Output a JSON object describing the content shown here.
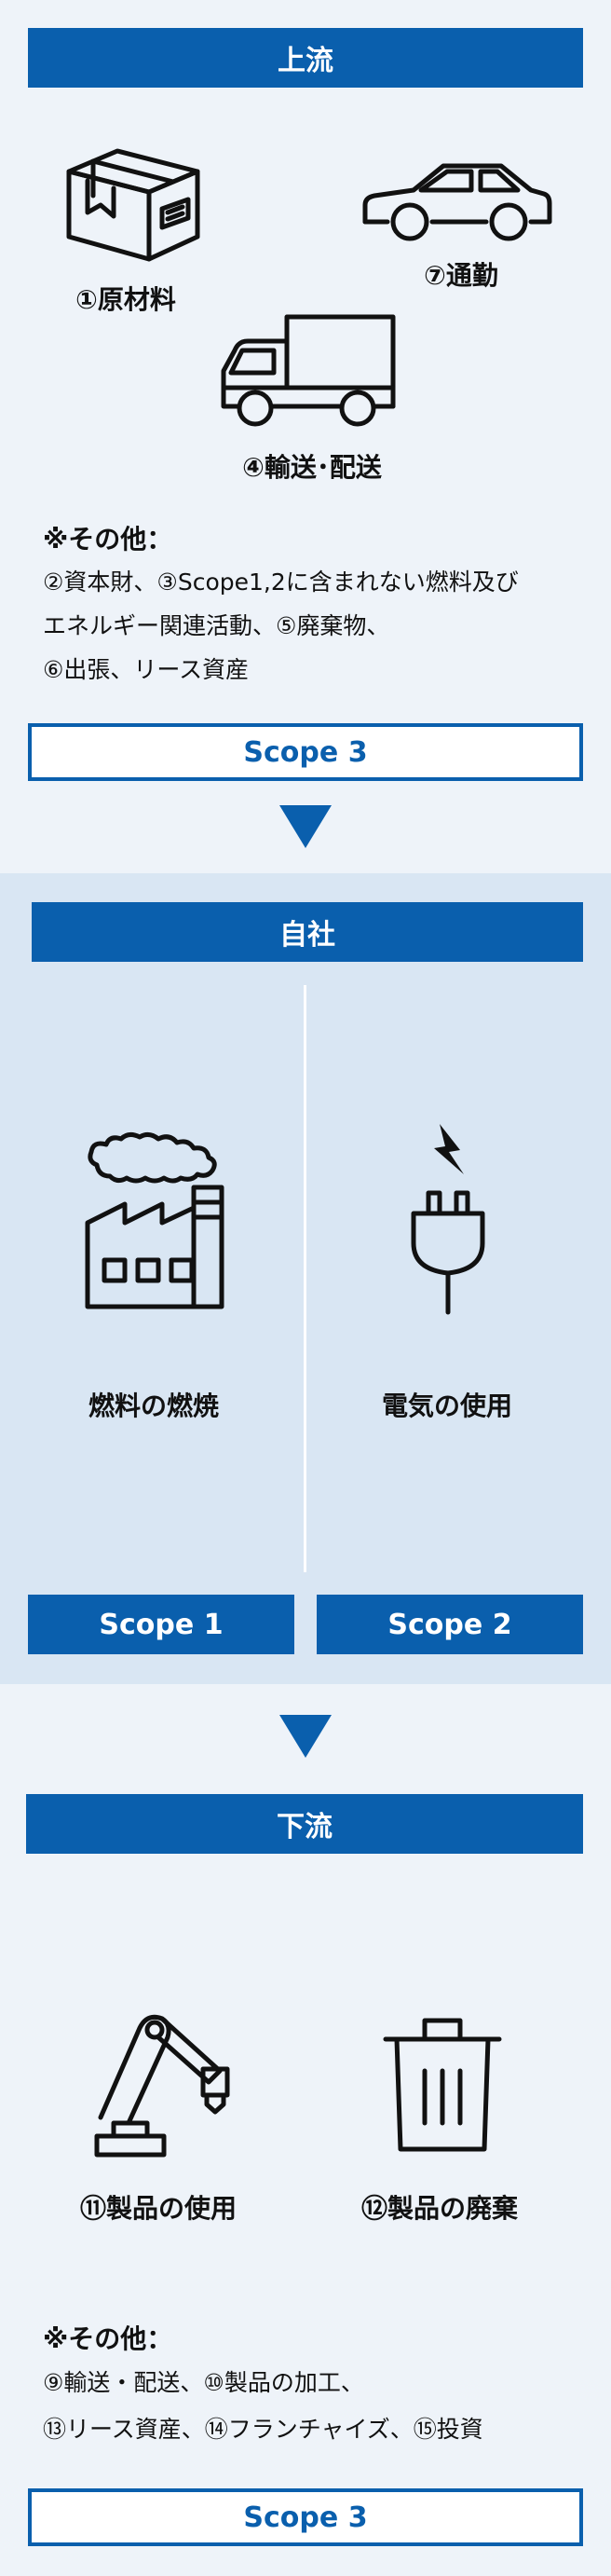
{
  "upstream": {
    "header": "上流",
    "items": {
      "materials": "①原材料",
      "commute": "⑦通勤",
      "transport": "④輸送･配送"
    },
    "note": {
      "title": "※その他：",
      "lines": [
        "②資本財、③Scope1,2に含まれない燃料及び",
        "エネルギー関連活動、⑤廃棄物、",
        "⑥出張、リース資産"
      ]
    },
    "scope_label": "Scope 3"
  },
  "company": {
    "header": "自社",
    "items": {
      "fuel": "燃料の燃焼",
      "electricity": "電気の使用"
    },
    "scope1": "Scope 1",
    "scope2": "Scope 2"
  },
  "downstream": {
    "header": "下流",
    "items": {
      "use": "⑪製品の使用",
      "disposal": "⑫製品の廃棄"
    },
    "note": {
      "title": "※その他：",
      "lines": [
        "⑨輸送・配送、⑩製品の加工、",
        "⑬リース資産、⑭フランチャイズ、⑮投資"
      ]
    },
    "scope_label": "Scope 3"
  },
  "colors": {
    "accent": "#0a5fad",
    "panel": "#d9e6f3",
    "background": "#eef3f9"
  },
  "icons": [
    "box-icon",
    "car-icon",
    "truck-icon",
    "factory-icon",
    "plug-icon",
    "robot-arm-icon",
    "trash-icon",
    "arrow-down-icon"
  ]
}
